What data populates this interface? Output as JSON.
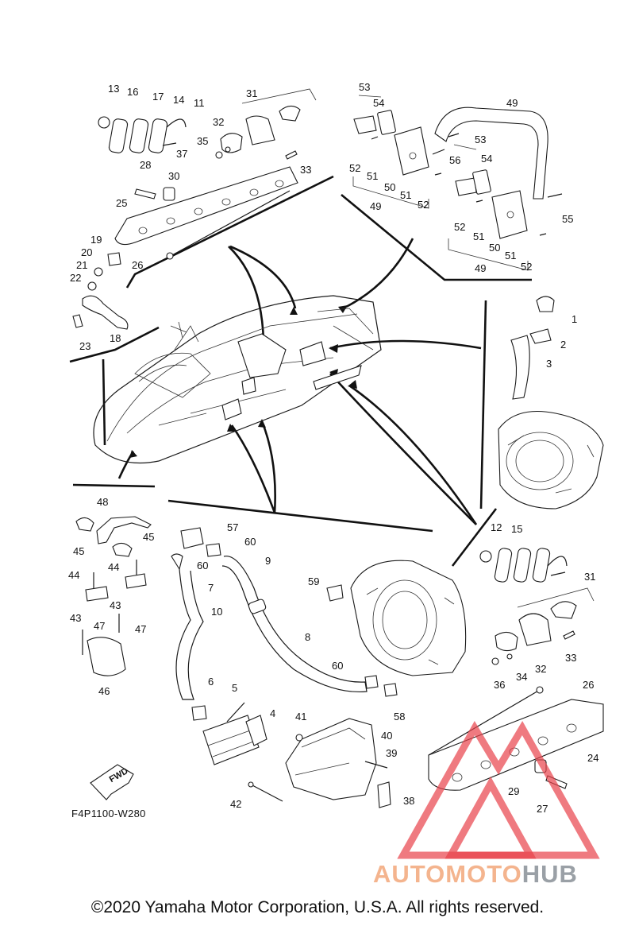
{
  "diagram": {
    "code": "F4P1100-W280",
    "fwd_label": "FWD",
    "copyright": "©2020 Yamaha Motor Corporation, U.S.A. All rights reserved.",
    "callouts": [
      "1",
      "2",
      "3",
      "4",
      "5",
      "6",
      "7",
      "8",
      "9",
      "10",
      "11",
      "12",
      "13",
      "14",
      "15",
      "16",
      "17",
      "18",
      "19",
      "20",
      "21",
      "22",
      "23",
      "24",
      "25",
      "26",
      "27",
      "28",
      "29",
      "30",
      "31",
      "32",
      "33",
      "34",
      "35",
      "36",
      "37",
      "38",
      "39",
      "40",
      "41",
      "42",
      "43",
      "44",
      "45",
      "46",
      "47",
      "48",
      "49",
      "50",
      "51",
      "52",
      "53",
      "54",
      "55",
      "56",
      "57",
      "58",
      "59",
      "60"
    ]
  },
  "watermark": {
    "part1": "AUTOMOTO",
    "part2": "HUB",
    "colors": {
      "primary": "#f4b48e",
      "secondary": "#9aa0a6",
      "triangle": "#e8424a"
    }
  }
}
